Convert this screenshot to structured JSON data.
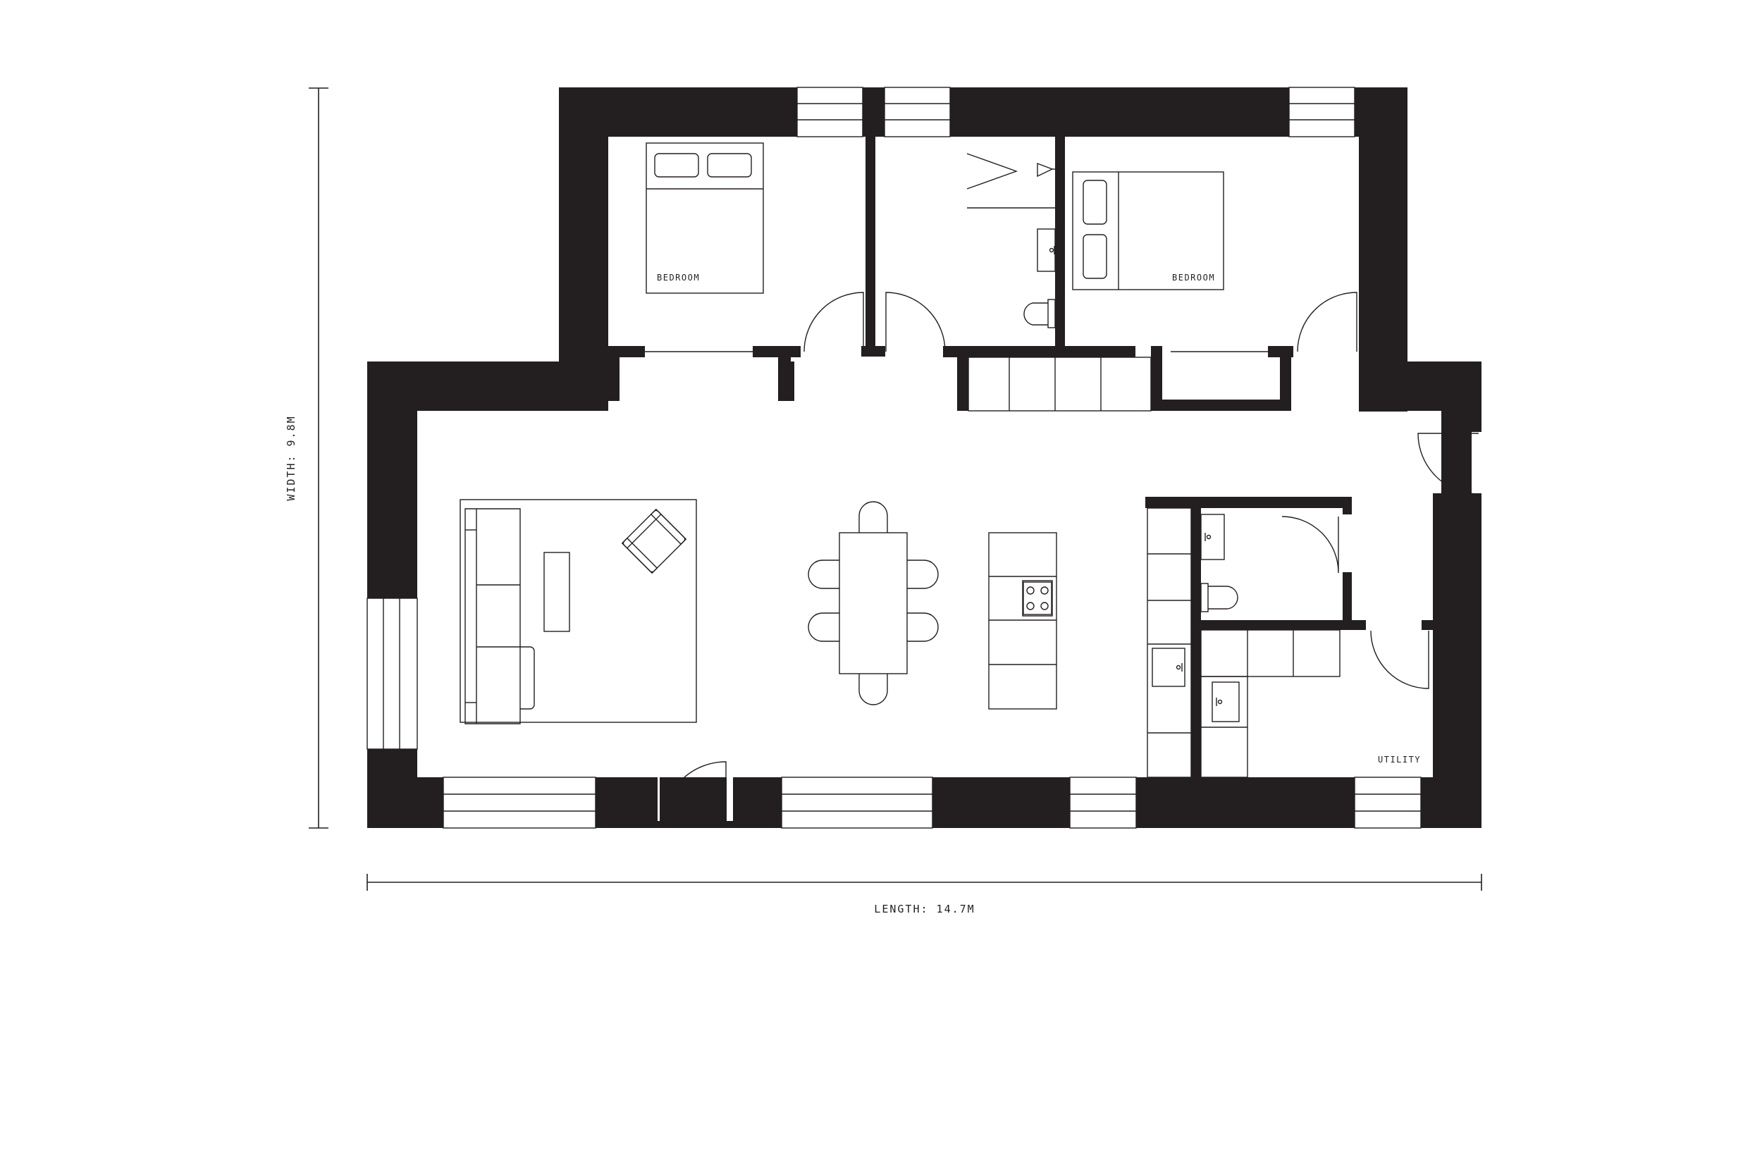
{
  "dimensions": {
    "width_label": "WIDTH: 9.8M",
    "length_label": "LENGTH: 14.7M"
  },
  "rooms": {
    "bedroom_left": "BEDROOM",
    "bedroom_right": "BEDROOM",
    "utility": "UTILITY"
  },
  "colors": {
    "wall": "#231f20",
    "background": "#ffffff"
  }
}
